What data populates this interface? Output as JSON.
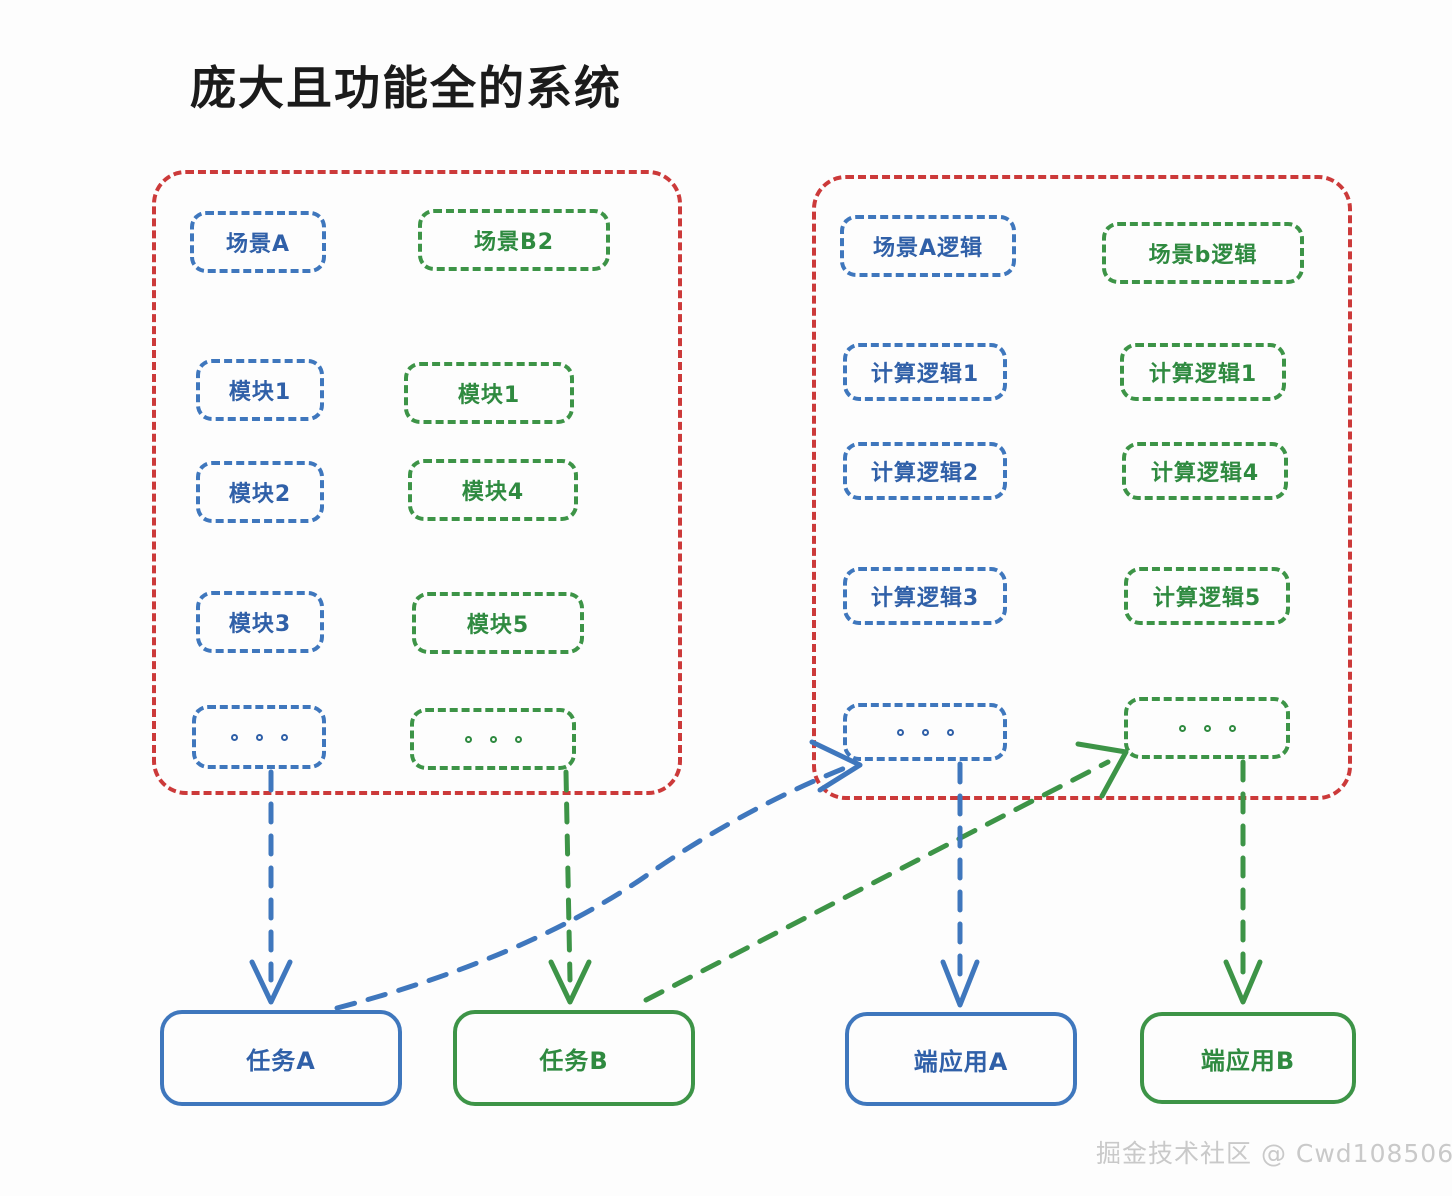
{
  "title": "庞大且功能全的系统",
  "colors": {
    "blue": "#3f77bd",
    "green": "#3d9447",
    "red": "#cc3a3a",
    "title": "#1b1b1b",
    "watermark": "#c9c9c9",
    "background": "#fdfdfd"
  },
  "groups": [
    {
      "name": "system-group-left",
      "color": "#cc3a3a"
    },
    {
      "name": "system-group-right",
      "color": "#cc3a3a"
    }
  ],
  "left_group": {
    "blue_column": [
      {
        "label": "场景A"
      },
      {
        "label": "模块1"
      },
      {
        "label": "模块2"
      },
      {
        "label": "模块3"
      },
      {
        "label": ""
      }
    ],
    "green_column": [
      {
        "label": "场景B2"
      },
      {
        "label": "模块1"
      },
      {
        "label": "模块4"
      },
      {
        "label": "模块5"
      },
      {
        "label": ""
      }
    ]
  },
  "right_group": {
    "blue_column": [
      {
        "label": "场景A逻辑"
      },
      {
        "label": "计算逻辑1"
      },
      {
        "label": "计算逻辑2"
      },
      {
        "label": "计算逻辑3"
      },
      {
        "label": ""
      }
    ],
    "green_column": [
      {
        "label": "场景b逻辑"
      },
      {
        "label": "计算逻辑1"
      },
      {
        "label": "计算逻辑4"
      },
      {
        "label": "计算逻辑5"
      },
      {
        "label": ""
      }
    ]
  },
  "terminals": [
    {
      "label": "任务A",
      "color": "blue"
    },
    {
      "label": "任务B",
      "color": "green"
    },
    {
      "label": "端应用A",
      "color": "blue"
    },
    {
      "label": "端应用B",
      "color": "green"
    }
  ],
  "watermark": "掘金技术社区 @ Cwd108506"
}
